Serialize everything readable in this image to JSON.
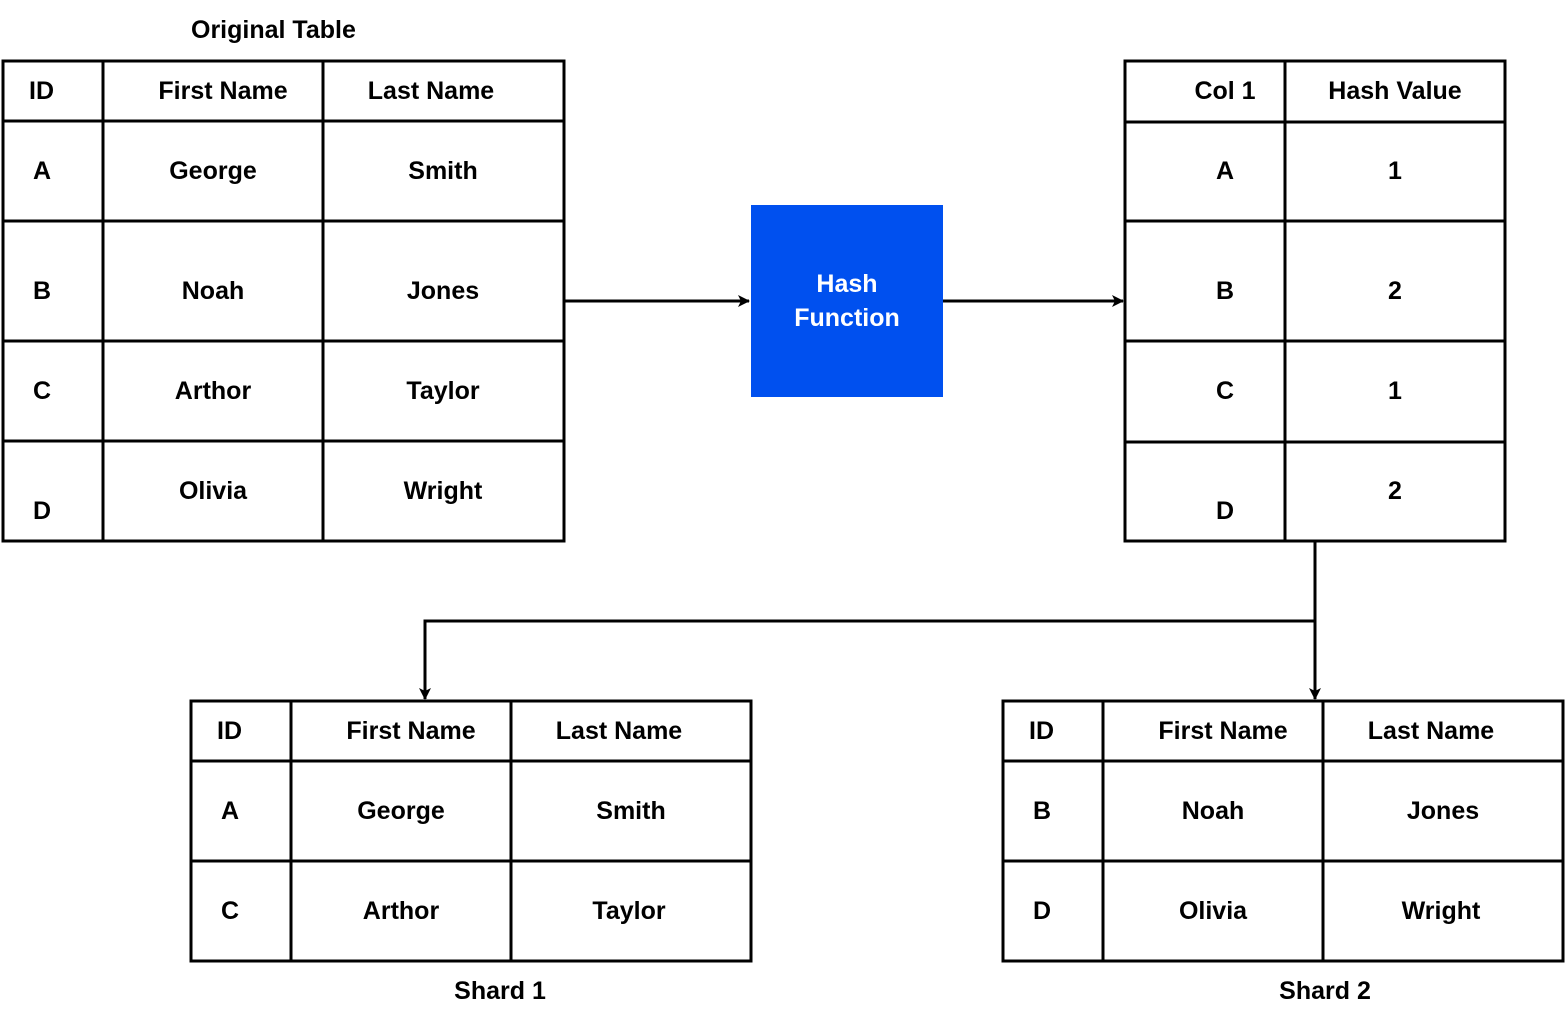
{
  "original_table": {
    "caption": "Original Table",
    "headers": [
      "ID",
      "First Name",
      "Last Name"
    ],
    "rows": [
      [
        "A",
        "George",
        "Smith"
      ],
      [
        "B",
        "Noah",
        "Jones"
      ],
      [
        "C",
        "Arthor",
        "Taylor"
      ],
      [
        "D",
        "Olivia",
        "Wright"
      ]
    ]
  },
  "hash_function": {
    "label_line1": "Hash",
    "label_line2": "Function",
    "color": "#0050ef"
  },
  "hash_table": {
    "headers": [
      "Col 1",
      "Hash Value"
    ],
    "rows": [
      [
        "A",
        "1"
      ],
      [
        "B",
        "2"
      ],
      [
        "C",
        "1"
      ],
      [
        "D",
        "2"
      ]
    ]
  },
  "shard1": {
    "caption": "Shard 1",
    "headers": [
      "ID",
      "First Name",
      "Last Name"
    ],
    "rows": [
      [
        "A",
        "George",
        "Smith"
      ],
      [
        "C",
        "Arthor",
        "Taylor"
      ]
    ]
  },
  "shard2": {
    "caption": "Shard 2",
    "headers": [
      "ID",
      "First Name",
      "Last Name"
    ],
    "rows": [
      [
        "B",
        "Noah",
        "Jones"
      ],
      [
        "D",
        "Olivia",
        "Wright"
      ]
    ]
  }
}
